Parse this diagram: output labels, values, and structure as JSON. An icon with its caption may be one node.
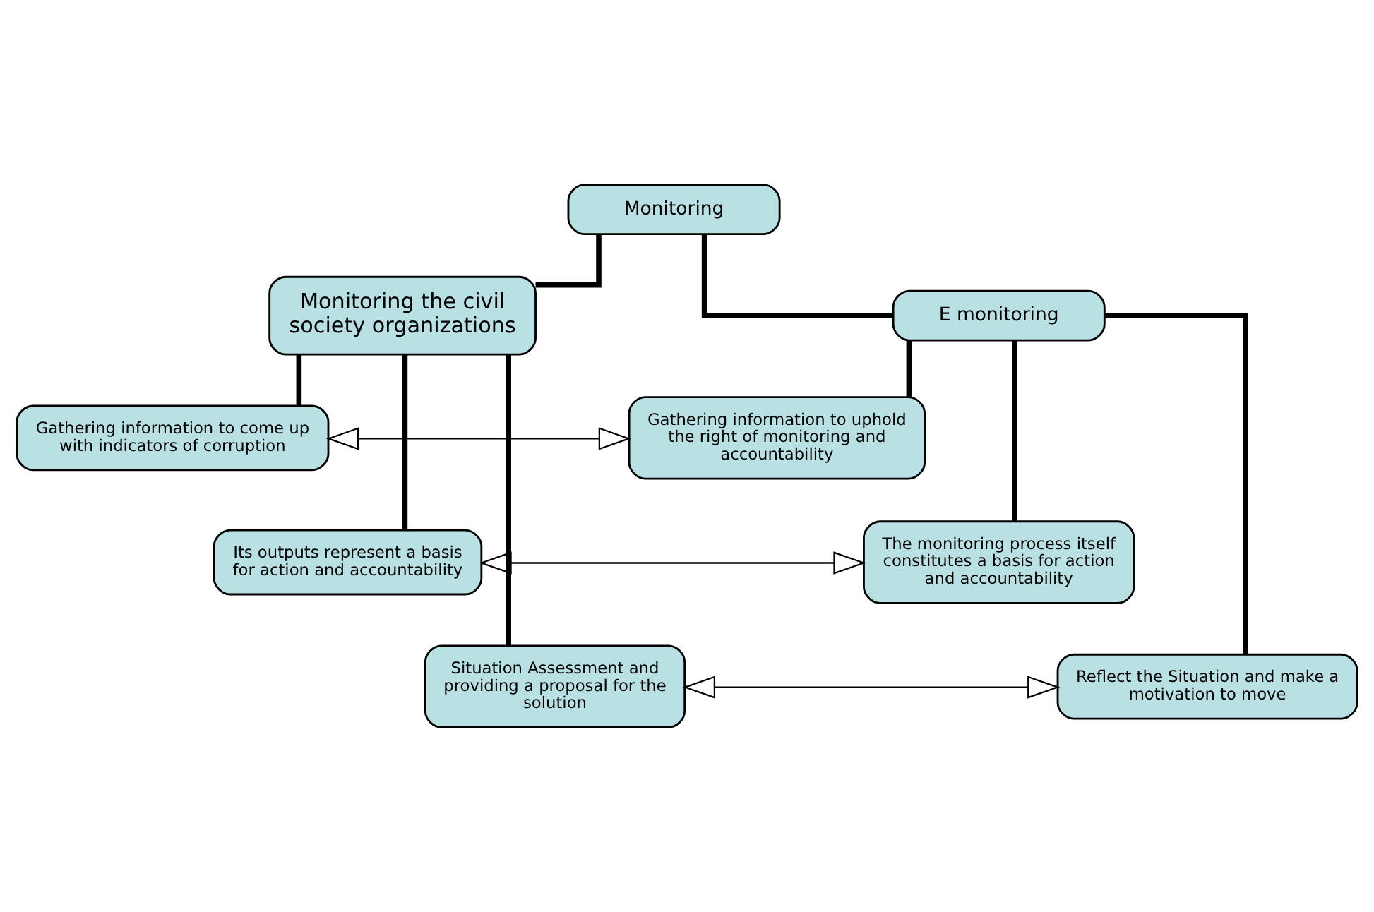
{
  "diagram": {
    "nodes": [
      {
        "text": [
          "Monitoring"
        ]
      },
      {
        "text": [
          "Monitoring the civil society organizations"
        ]
      },
      {
        "text": [
          "E monitoring"
        ]
      },
      {
        "text": [
          "Gathering information to come up with indicators of corruption"
        ]
      },
      {
        "text": [
          "Its outputs represent a basis for action and accountability"
        ]
      },
      {
        "text": [
          "Situation Assessment and providing a proposal for the solution"
        ]
      },
      {
        "text": [
          "Gathering information to uphold the right of monitoring and accountability"
        ]
      },
      {
        "text": [
          "The monitoring process itself constitutes a basis for action and accountability"
        ]
      },
      {
        "text": [
          "Reflect the Situation and make a motivation to move"
        ]
      }
    ],
    "edges": [
      {
        "from": 0,
        "to": 1,
        "arrow": "none"
      },
      {
        "from": 0,
        "to": 2,
        "arrow": "none"
      },
      {
        "from": 1,
        "to": 3,
        "arrow": "none"
      },
      {
        "from": 1,
        "to": 4,
        "arrow": "none"
      },
      {
        "from": 1,
        "to": 5,
        "arrow": "none"
      },
      {
        "from": 2,
        "to": 6,
        "arrow": "none"
      },
      {
        "from": 2,
        "to": 7,
        "arrow": "none"
      },
      {
        "from": 2,
        "to": 8,
        "arrow": "none"
      },
      {
        "from": 3,
        "to": 6,
        "arrow": "both"
      },
      {
        "from": 4,
        "to": 7,
        "arrow": "both"
      },
      {
        "from": 5,
        "to": 8,
        "arrow": "both"
      }
    ]
  }
}
